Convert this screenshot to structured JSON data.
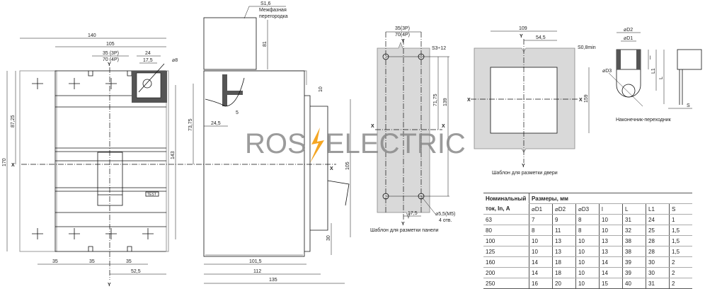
{
  "front_view": {
    "dims": {
      "w140": "140",
      "w105": "105",
      "pitch": "35 (3P)",
      "pitch4": "70 (4P)",
      "w24": "24",
      "w17_5": "17,5",
      "d8": "⌀8",
      "h170": "170",
      "h87_25": "87,25",
      "h143": "143",
      "b35a": "35",
      "b35b": "35",
      "b35c": "35",
      "b52_5": "52,5"
    },
    "axis_x": "X",
    "axis_y_top": "Y",
    "axis_y_bottom": "Y",
    "test_label": "TEST"
  },
  "side_view": {
    "partition_thickness": "S1,6",
    "partition_label_1": "Межфазная",
    "partition_label_2": "перегородка",
    "dims": {
      "h81": "81",
      "h10": "10",
      "w5": "5",
      "w24_5": "24,5",
      "h73_75": "73,75",
      "h105": "105",
      "h30": "30",
      "d101_5": "101,5",
      "d112": "112",
      "d135": "135"
    },
    "axis_x": "X"
  },
  "panel_template": {
    "pitch": "35(3P)",
    "pitch4": "70(4P)",
    "thickness": "S3÷12",
    "h71_75": "71,75",
    "h139": "139",
    "w17_5": "17,5",
    "hole": "⌀5,5(M5)",
    "hole_count": "4 отв.",
    "axis_x_left": "X",
    "axis_x_right": "X",
    "axis_y_top": "Y",
    "axis_y_bottom": "Y",
    "caption": "Шаблон для разметки  панели"
  },
  "door_template": {
    "w109": "109",
    "w54_5": "54,5",
    "thickness": "S0,8min",
    "h159": "159",
    "axis_x_left": "X",
    "axis_x_right": "X",
    "axis_y_top": "Y",
    "axis_y_bottom": "Y",
    "caption": "Шаблон для разметки двери"
  },
  "lug": {
    "d2": "⌀D2",
    "d1": "⌀D1",
    "d3": "⌀D3",
    "l": "l",
    "L": "L",
    "L1": "L1",
    "s": "S",
    "caption": "Наконечник-переходник"
  },
  "watermark": {
    "left": "ROS",
    "right": "ELECTRIC",
    "bolt_color": "#f5a623"
  },
  "table": {
    "header_current_1": "Номинальный",
    "header_current_2": "ток, In, А",
    "header_dims": "Размеры, мм",
    "columns": [
      "⌀D1",
      "⌀D2",
      "⌀D3",
      "l",
      "L",
      "L1",
      "S"
    ],
    "rows": [
      [
        "63",
        "7",
        "9",
        "8",
        "10",
        "31",
        "24",
        "1"
      ],
      [
        "80",
        "8",
        "11",
        "8",
        "10",
        "32",
        "25",
        "1,5"
      ],
      [
        "100",
        "10",
        "13",
        "10",
        "13",
        "38",
        "28",
        "1,5"
      ],
      [
        "125",
        "10",
        "13",
        "10",
        "13",
        "38",
        "28",
        "1,5"
      ],
      [
        "160",
        "14",
        "18",
        "10",
        "14",
        "39",
        "30",
        "2"
      ],
      [
        "200",
        "14",
        "18",
        "10",
        "14",
        "39",
        "30",
        "2"
      ],
      [
        "250",
        "16",
        "20",
        "10",
        "15",
        "40",
        "31",
        "2"
      ]
    ]
  }
}
